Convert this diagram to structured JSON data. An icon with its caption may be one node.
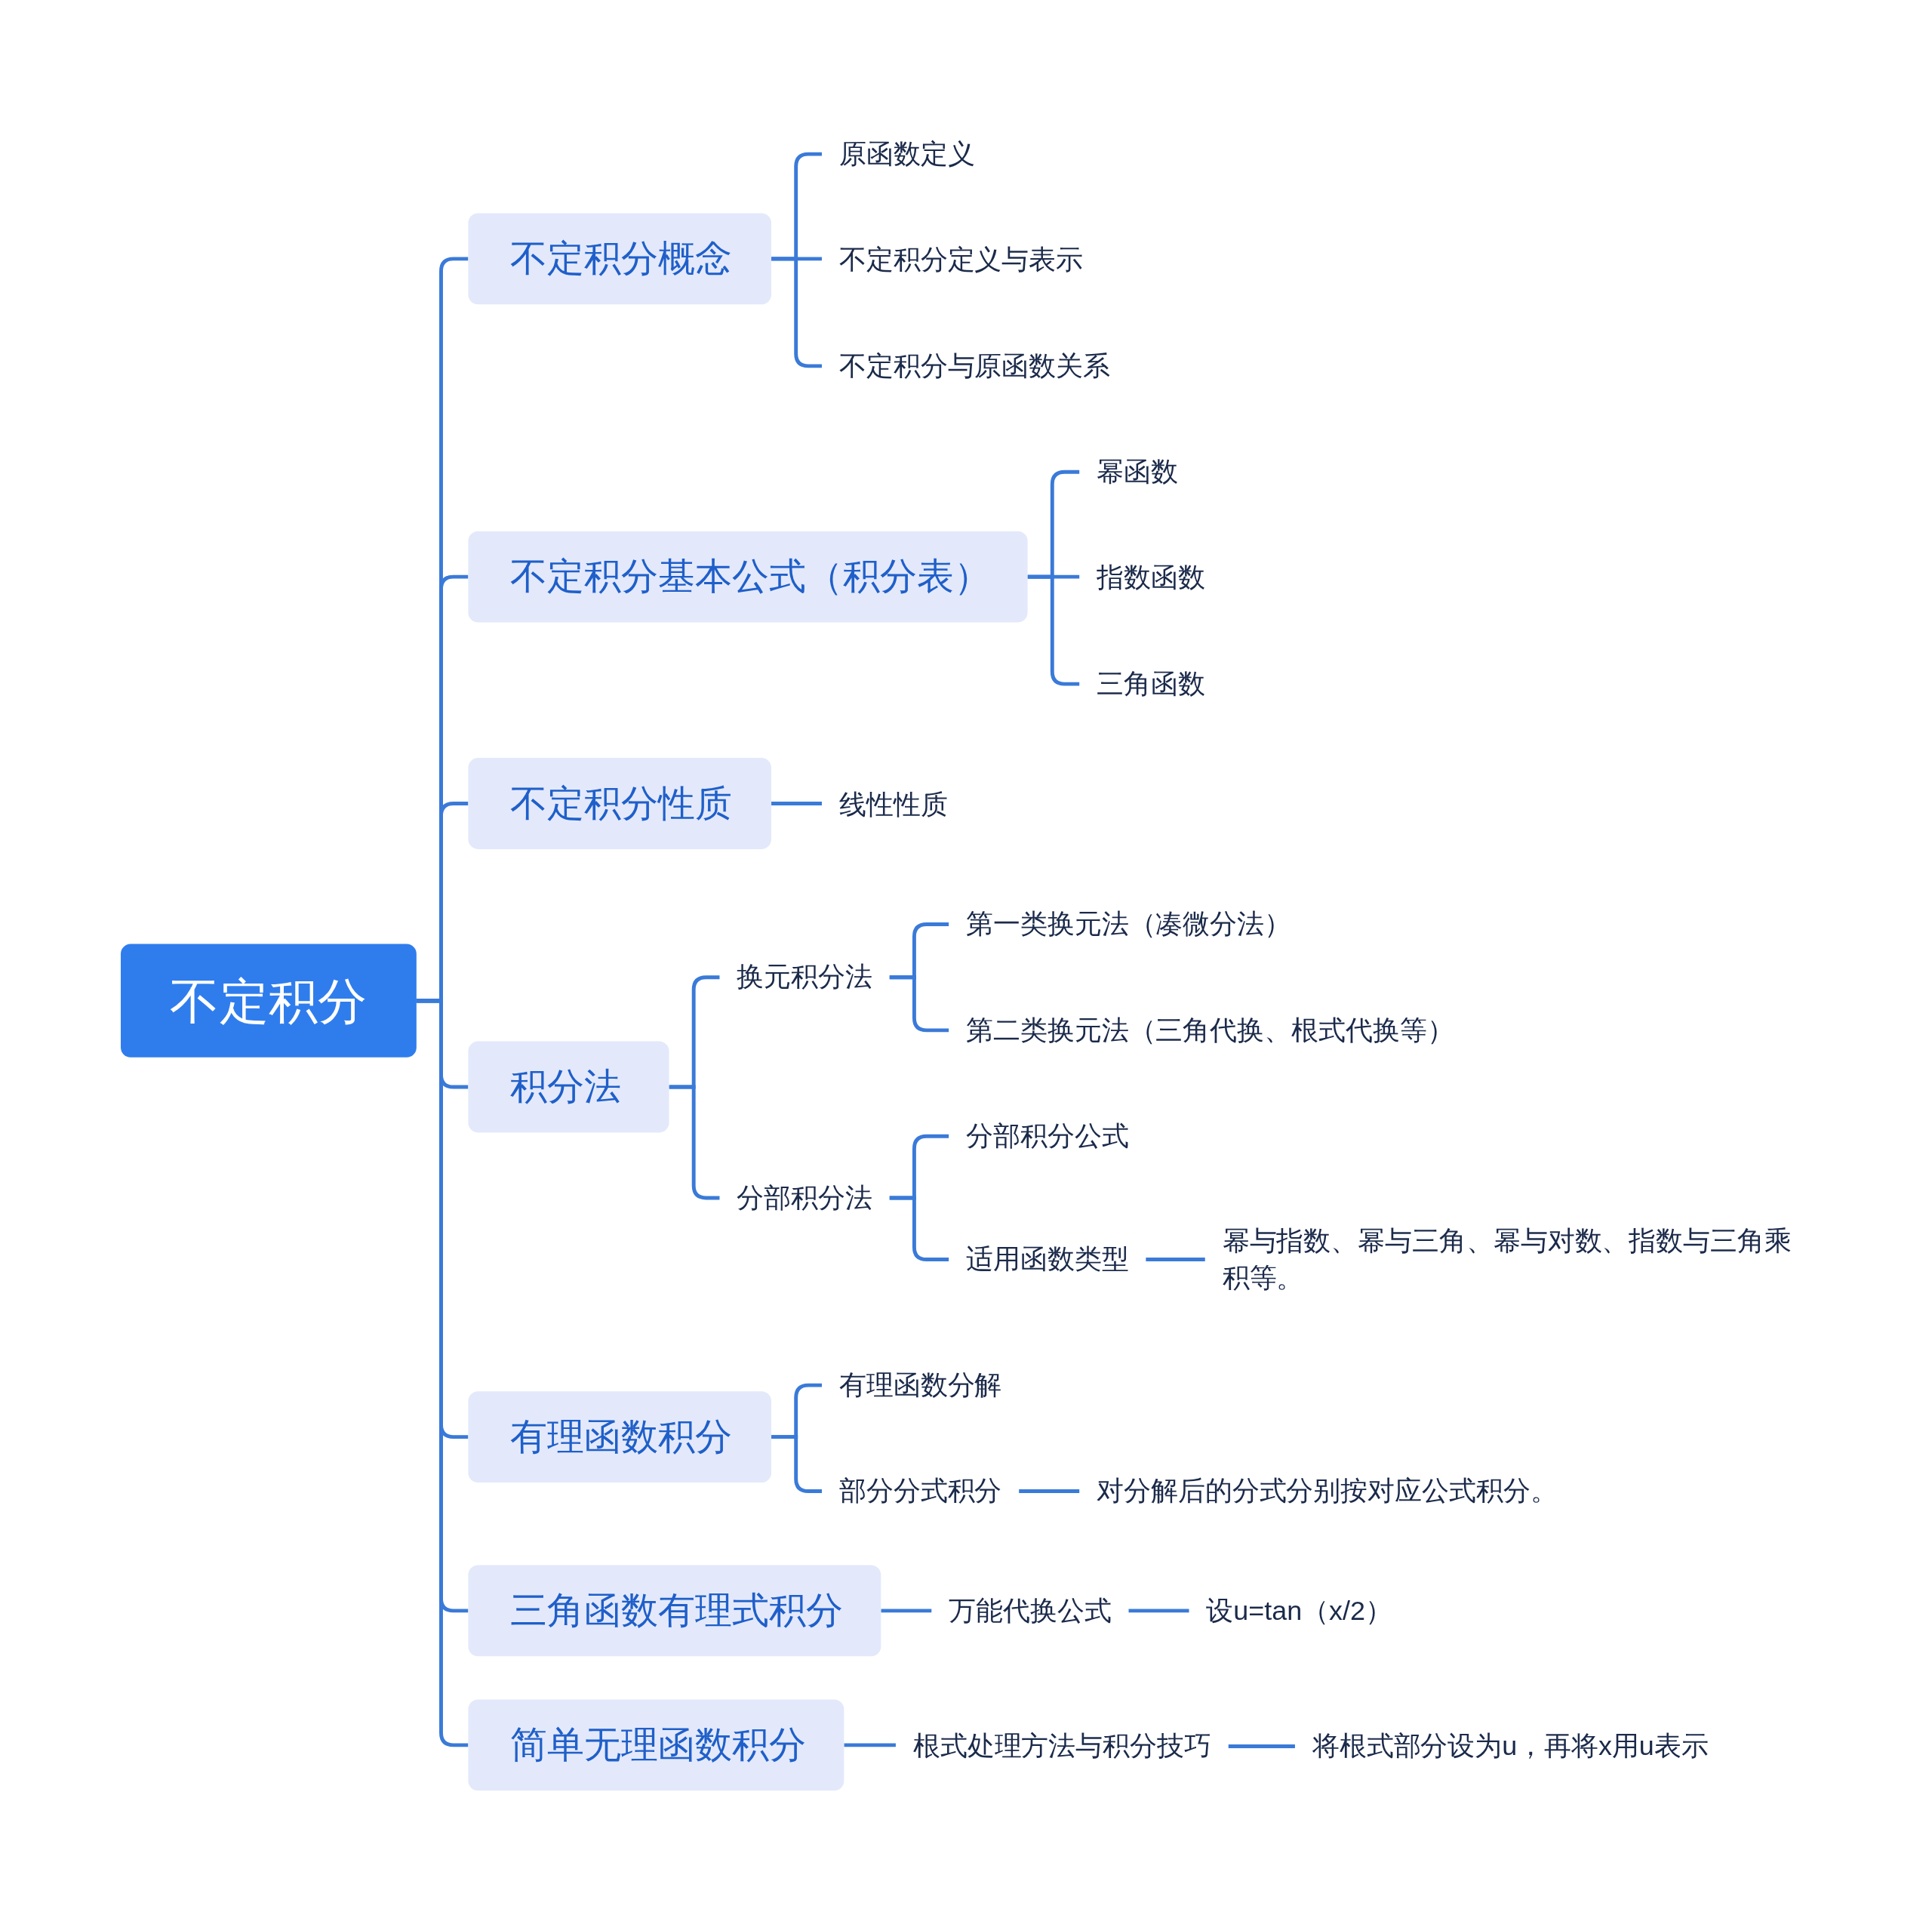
{
  "diagram": {
    "nodes": [
      {
        "text": [
          "不定积分"
        ]
      },
      {
        "text": [
          "不定积分概念"
        ]
      },
      {
        "text": [
          "原函数定义"
        ]
      },
      {
        "text": [
          "不定积分定义与表示"
        ]
      },
      {
        "text": [
          "不定积分与原函数关系"
        ]
      },
      {
        "text": [
          "不定积分基本公式（积分表）"
        ]
      },
      {
        "text": [
          "幂函数"
        ]
      },
      {
        "text": [
          "指数函数"
        ]
      },
      {
        "text": [
          "三角函数"
        ]
      },
      {
        "text": [
          "不定积分性质"
        ]
      },
      {
        "text": [
          "线性性质"
        ]
      },
      {
        "text": [
          "积分法"
        ]
      },
      {
        "text": [
          "换元积分法"
        ]
      },
      {
        "text": [
          "第一类换元法（凑微分法）"
        ]
      },
      {
        "text": [
          "第二类换元法（三角代换、根式代换等）"
        ]
      },
      {
        "text": [
          "分部积分法"
        ]
      },
      {
        "text": [
          "分部积分公式"
        ]
      },
      {
        "text": [
          "适用函数类型"
        ]
      },
      {
        "text": [
          "幂与指数、幂与三角、幂与对数、指数与三角乘积等。"
        ]
      },
      {
        "text": [
          "有理函数积分"
        ]
      },
      {
        "text": [
          "有理函数分解"
        ]
      },
      {
        "text": [
          "部分分式积分"
        ]
      },
      {
        "text": [
          "对分解后的分式分别按对应公式积分。"
        ]
      },
      {
        "text": [
          "三角函数有理式积分"
        ]
      },
      {
        "text": [
          "万能代换公式"
        ]
      },
      {
        "text": [
          "设u=tan（x/2）"
        ]
      },
      {
        "text": [
          "简单无理函数积分"
        ]
      },
      {
        "text": [
          "根式处理方法与积分技巧"
        ]
      },
      {
        "text": [
          "将根式部分设为u，再将x用u表示"
        ]
      }
    ],
    "edges": [
      {
        "from": 0,
        "to": 1,
        "arrow": "none"
      },
      {
        "from": 0,
        "to": 5,
        "arrow": "none"
      },
      {
        "from": 0,
        "to": 9,
        "arrow": "none"
      },
      {
        "from": 0,
        "to": 11,
        "arrow": "none"
      },
      {
        "from": 0,
        "to": 19,
        "arrow": "none"
      },
      {
        "from": 0,
        "to": 23,
        "arrow": "none"
      },
      {
        "from": 0,
        "to": 26,
        "arrow": "none"
      },
      {
        "from": 1,
        "to": 2,
        "arrow": "none"
      },
      {
        "from": 1,
        "to": 3,
        "arrow": "none"
      },
      {
        "from": 1,
        "to": 4,
        "arrow": "none"
      },
      {
        "from": 5,
        "to": 6,
        "arrow": "none"
      },
      {
        "from": 5,
        "to": 7,
        "arrow": "none"
      },
      {
        "from": 5,
        "to": 8,
        "arrow": "none"
      },
      {
        "from": 9,
        "to": 10,
        "arrow": "none"
      },
      {
        "from": 11,
        "to": 12,
        "arrow": "none"
      },
      {
        "from": 11,
        "to": 15,
        "arrow": "none"
      },
      {
        "from": 12,
        "to": 13,
        "arrow": "none"
      },
      {
        "from": 12,
        "to": 14,
        "arrow": "none"
      },
      {
        "from": 15,
        "to": 16,
        "arrow": "none"
      },
      {
        "from": 15,
        "to": 17,
        "arrow": "none"
      },
      {
        "from": 17,
        "to": 18,
        "arrow": "none"
      },
      {
        "from": 19,
        "to": 20,
        "arrow": "none"
      },
      {
        "from": 19,
        "to": 21,
        "arrow": "none"
      },
      {
        "from": 21,
        "to": 22,
        "arrow": "none"
      },
      {
        "from": 23,
        "to": 24,
        "arrow": "none"
      },
      {
        "from": 24,
        "to": 25,
        "arrow": "none"
      },
      {
        "from": 26,
        "to": 27,
        "arrow": "none"
      },
      {
        "from": 27,
        "to": 28,
        "arrow": "none"
      }
    ]
  }
}
